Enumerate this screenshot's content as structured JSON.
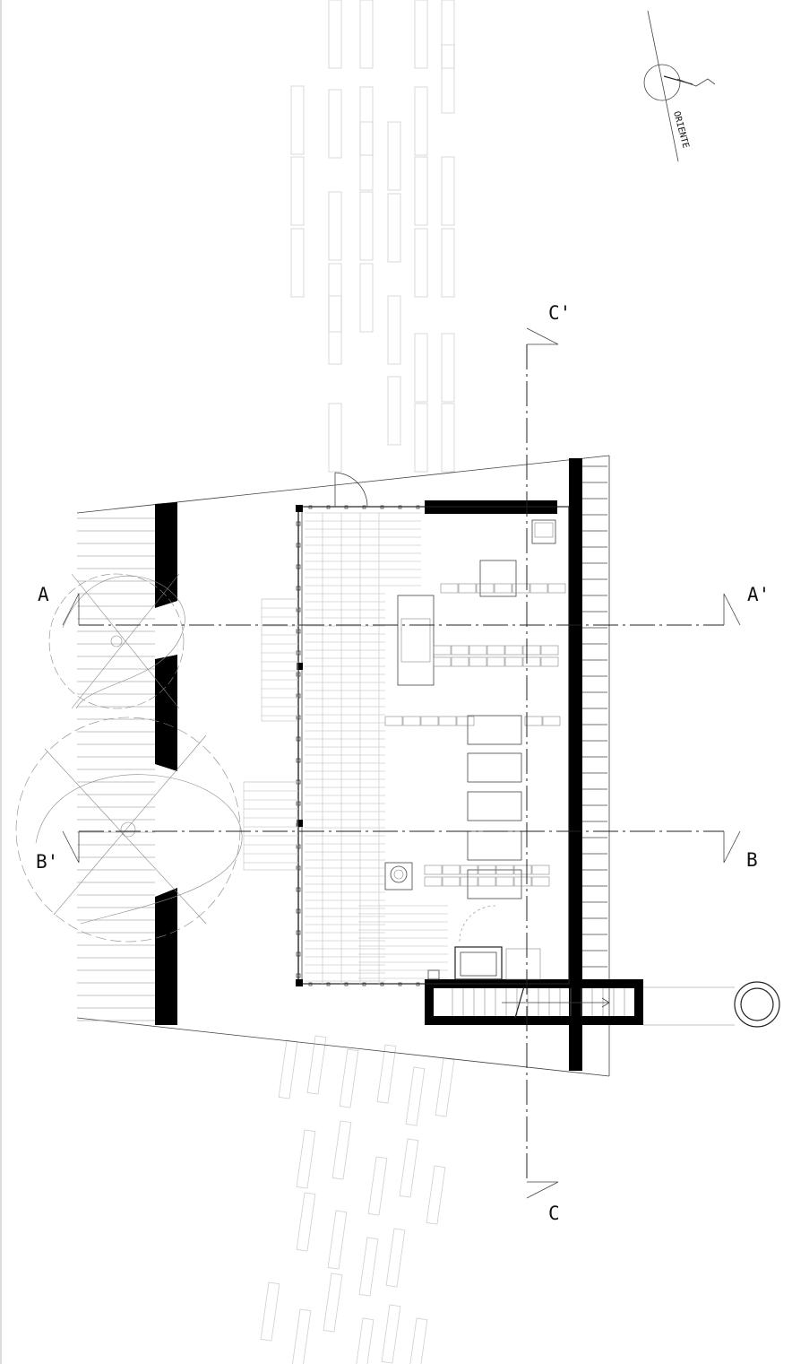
{
  "drawing": {
    "section_labels": {
      "a": "A",
      "a_prime": "A'",
      "b": "B",
      "b_prime": "B'",
      "c": "C",
      "c_prime": "C'"
    },
    "north_label": "ORIENTE"
  }
}
